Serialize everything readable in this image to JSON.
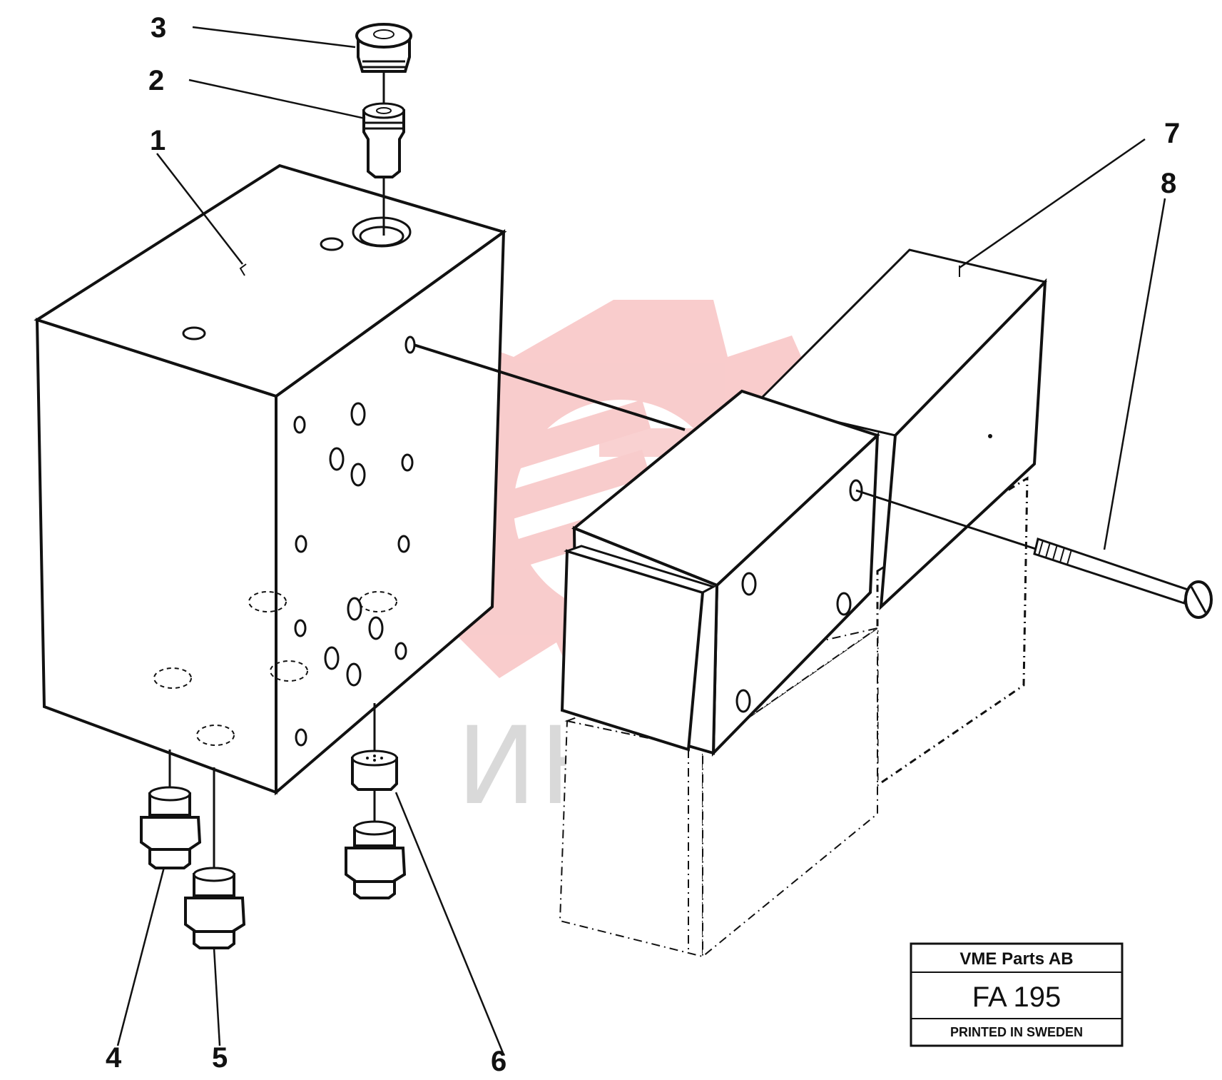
{
  "callouts": [
    {
      "id": "1",
      "label": "1"
    },
    {
      "id": "2",
      "label": "2"
    },
    {
      "id": "3",
      "label": "3"
    },
    {
      "id": "4",
      "label": "4"
    },
    {
      "id": "5",
      "label": "5"
    },
    {
      "id": "6",
      "label": "6"
    },
    {
      "id": "7",
      "label": "7"
    },
    {
      "id": "8",
      "label": "8"
    }
  ],
  "title_block": {
    "company": "VME Parts AB",
    "code": "FA 195",
    "footer": "PRINTED IN SWEDEN"
  },
  "watermark": {
    "text": "ИНТЕХ",
    "color": "#f4a3a3"
  }
}
